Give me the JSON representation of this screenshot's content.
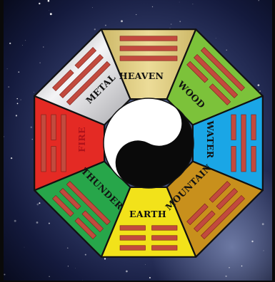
{
  "bagua": {
    "labels": {
      "heaven": "HEAVEN",
      "wood": "WOOD",
      "water": "WATER",
      "mountain": "MOUNTAIN",
      "earth": "EARTH",
      "thunder": "THUNDER",
      "fire": "FIRE",
      "metal": "METAL"
    },
    "sectors": [
      {
        "key": "heaven",
        "color": "#d9c87a",
        "trigram": [
          1,
          1,
          1
        ]
      },
      {
        "key": "wood",
        "color": "#7cc23a",
        "trigram": [
          1,
          1,
          0
        ]
      },
      {
        "key": "water",
        "color": "#1aa6e6",
        "trigram": [
          0,
          1,
          0
        ]
      },
      {
        "key": "mountain",
        "color": "#c8901c",
        "trigram": [
          1,
          0,
          0
        ]
      },
      {
        "key": "earth",
        "color": "#f2e21a",
        "trigram": [
          0,
          0,
          0
        ]
      },
      {
        "key": "thunder",
        "color": "#27a64a",
        "trigram": [
          0,
          0,
          1
        ]
      },
      {
        "key": "fire",
        "color": "#e42a24",
        "trigram": [
          1,
          0,
          1
        ]
      },
      {
        "key": "metal",
        "color": "#c9c9cc",
        "trigram": [
          0,
          1,
          1
        ]
      }
    ],
    "colors": {
      "trigram_line": "#c24a3e",
      "outline": "#111111",
      "yang": "#ffffff",
      "yin": "#0a0a0a",
      "space": "#0b1030"
    }
  }
}
